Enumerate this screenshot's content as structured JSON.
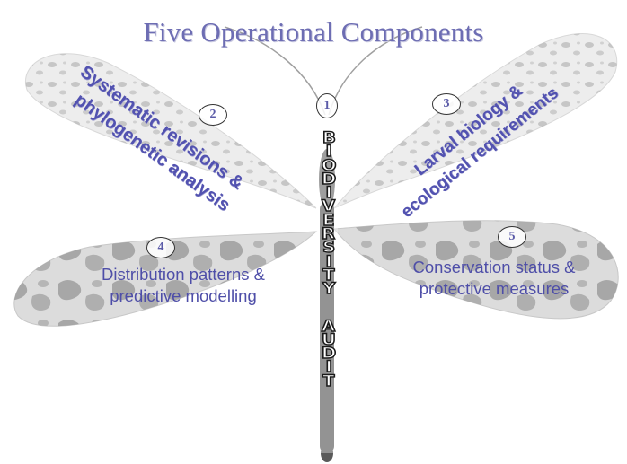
{
  "title": "Five Operational Components",
  "badges": [
    "1",
    "2",
    "3",
    "4",
    "5"
  ],
  "components": {
    "c2": [
      "Systematic revisions &",
      "phylogenetic analysis"
    ],
    "c3": [
      "Larval biology &",
      "ecological  requirements"
    ],
    "c4": [
      "Distribution patterns &",
      "predictive modelling"
    ],
    "c5": [
      "Conservation status &",
      "protective measures"
    ]
  },
  "central": [
    "BIODIVERSITY",
    "AUDIT"
  ],
  "colors": {
    "text": "#4e4ea8",
    "title": "#6d6db3",
    "wing": "#8f8f8f",
    "body": "#5a5a5a"
  },
  "background_image": "lacewing-icon"
}
